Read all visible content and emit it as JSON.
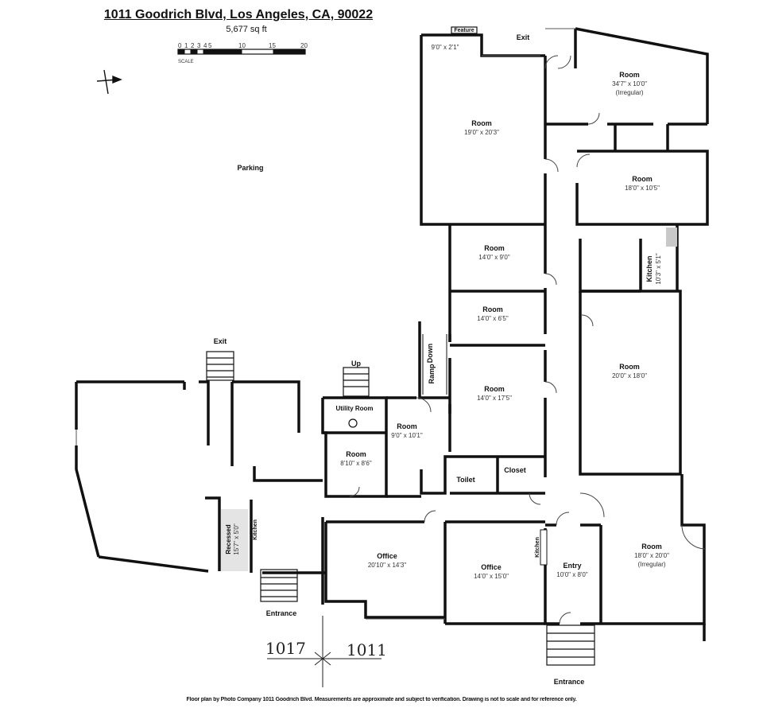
{
  "header": {
    "address": "1011 Goodrich Blvd, Los Angeles, CA, 90022",
    "area": "5,677 sq ft"
  },
  "scale": {
    "ticks": [
      "0",
      "1",
      "2",
      "3",
      "4",
      "5",
      "10",
      "15",
      "20"
    ],
    "label": "SCALE"
  },
  "labels": {
    "parking": "Parking",
    "exit_top": "Exit",
    "feature": "Feature",
    "exit_left": "Exit",
    "up": "Up",
    "down": "Down",
    "ramp": "Ramp",
    "entrance_left": "Entrance",
    "entrance_right": "Entrance"
  },
  "rooms": {
    "top_left_room": {
      "name": "Room",
      "dim": "19'0\" x 20'3\""
    },
    "top_left_note": {
      "dim": "9'0\" x 2'1\""
    },
    "top_right_room": {
      "name": "Room",
      "dim": "34'7\" x 10'0\"",
      "note": "(Irregular)"
    },
    "right_room_2": {
      "name": "Room",
      "dim": "18'0\" x 10'5\""
    },
    "room_mid_1": {
      "name": "Room",
      "dim": "14'0\" x 9'0\""
    },
    "kitchen": {
      "name": "Kitchen",
      "dim": "10'3\" x 5'1\""
    },
    "room_mid_2": {
      "name": "Room",
      "dim": "14'0\" x 6'5\""
    },
    "room_large_right": {
      "name": "Room",
      "dim": "20'0\" x 18'0\""
    },
    "room_mid_3": {
      "name": "Room",
      "dim": "14'0\" x 17'5\""
    },
    "utility": {
      "name": "Utility Room"
    },
    "room_small": {
      "name": "Room",
      "dim": "9'0\" x 10'1\""
    },
    "room_tiny": {
      "name": "Room",
      "dim": "8'10\" x 8'6\""
    },
    "toilet": {
      "name": "Toilet"
    },
    "closet": {
      "name": "Closet"
    },
    "recessed": {
      "name": "Recessed",
      "dim": "15'7\" x 5'0\""
    },
    "kitchen_left": {
      "name": "Kitchen"
    },
    "office_1": {
      "name": "Office",
      "dim": "20'10\" x 14'3\""
    },
    "office_2": {
      "name": "Office",
      "dim": "14'0\" x 15'0\""
    },
    "kitchen_mid": {
      "name": "Kitchen"
    },
    "entry": {
      "name": "Entry",
      "dim": "10'0\" x 8'0\""
    },
    "room_br": {
      "name": "Room",
      "dim": "18'0\" x 20'0\"",
      "note": "(Irregular)"
    }
  },
  "handwritten": {
    "left_addr": "1017",
    "right_addr": "1011"
  },
  "footer": "Floor plan by Photo Company 1011 Goodrich Blvd. Measurements are approximate and subject to verification. Drawing is not to scale and for reference only."
}
